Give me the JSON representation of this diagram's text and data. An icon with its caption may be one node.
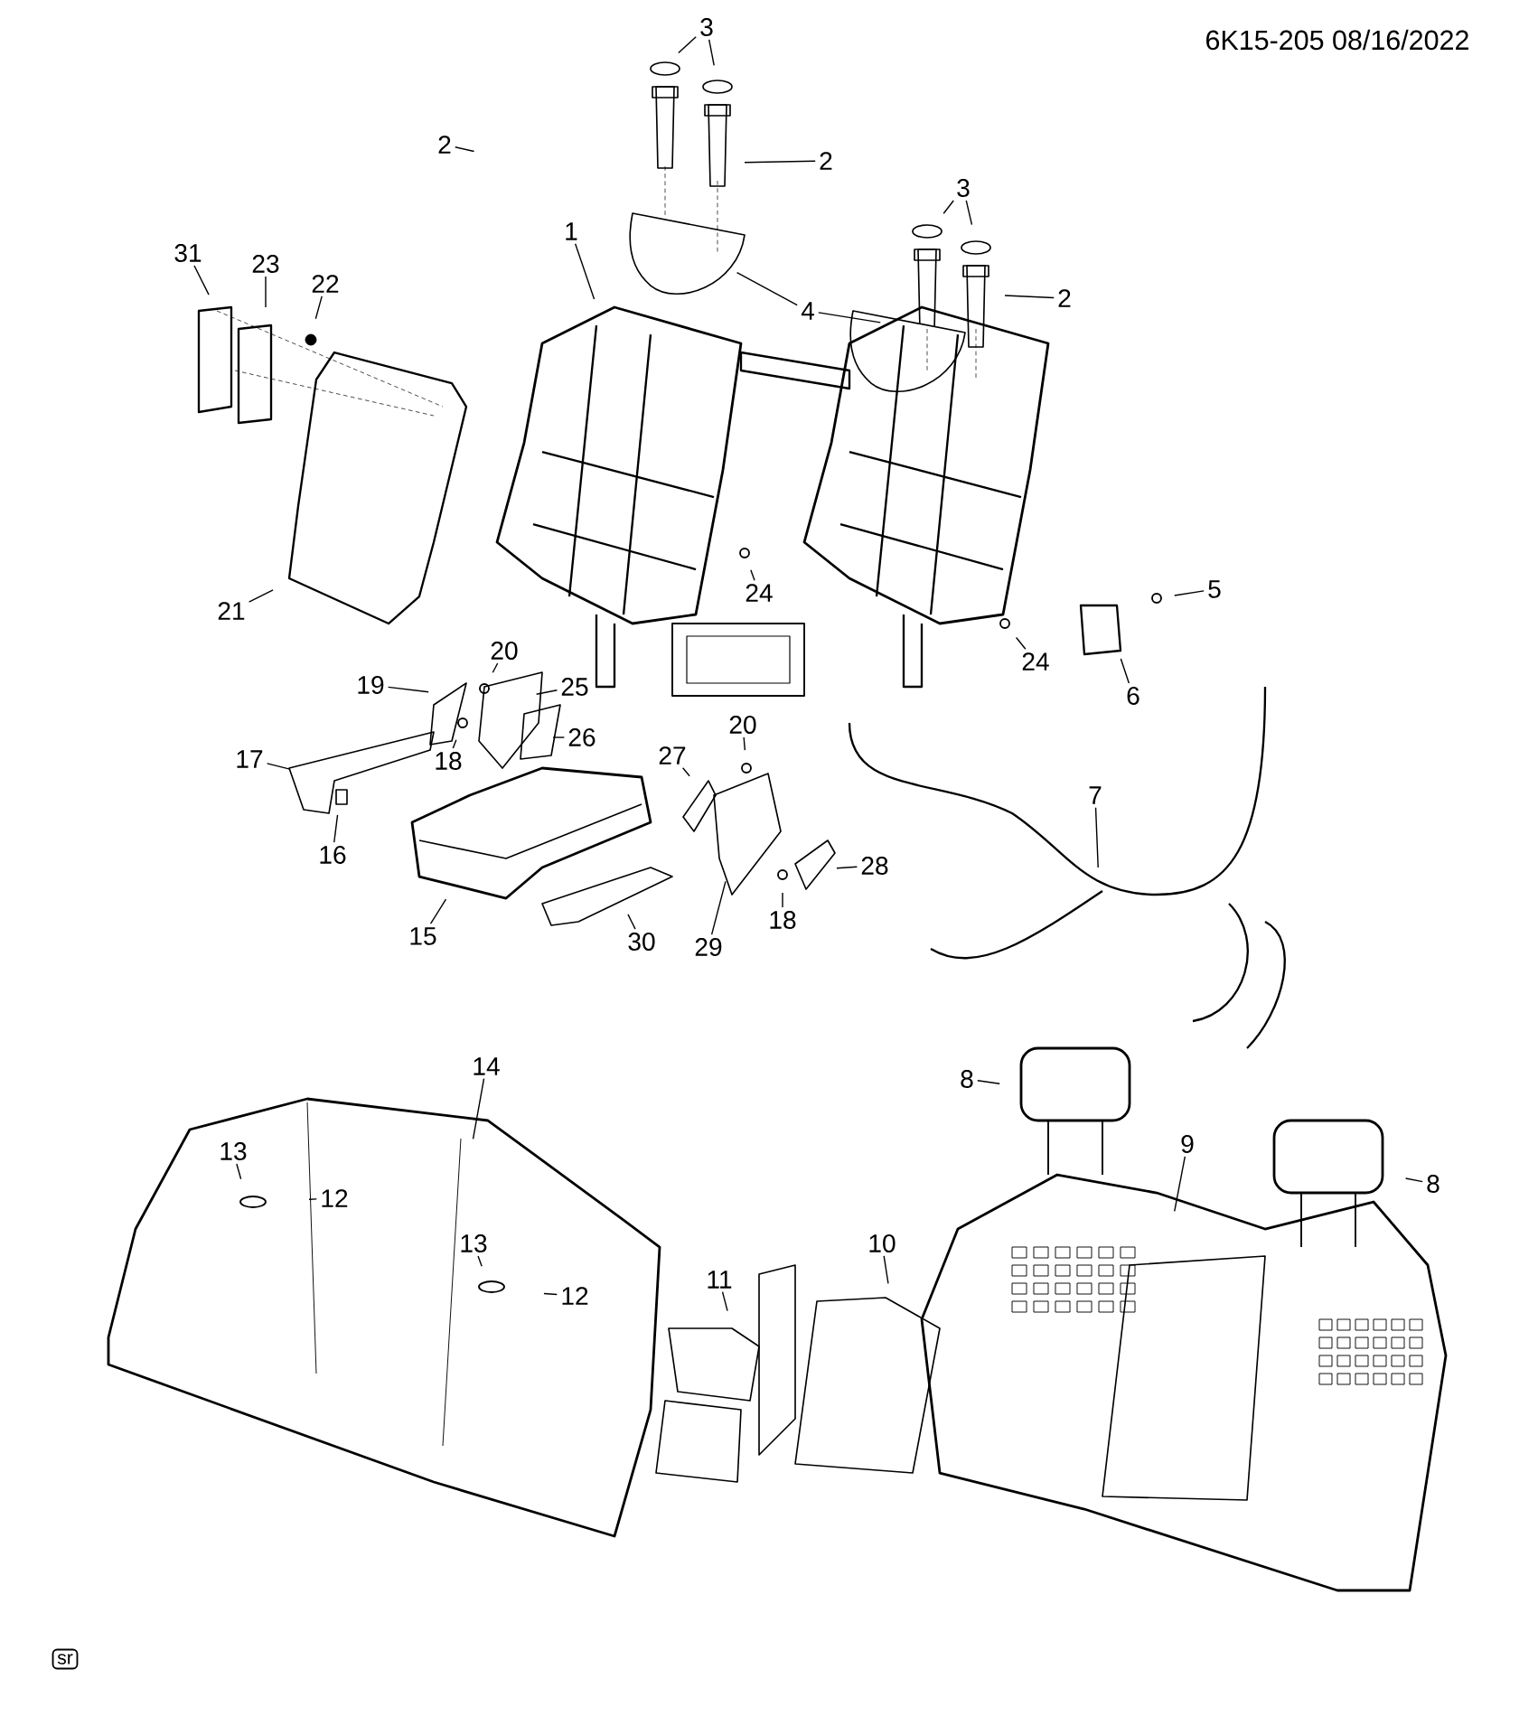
{
  "diagram": {
    "nodes": [
      {
        "text": [
          "3"
        ]
      },
      {
        "text": [
          "2"
        ]
      },
      {
        "text": [
          "2"
        ]
      },
      {
        "text": [
          "3"
        ]
      },
      {
        "text": [
          "1"
        ]
      },
      {
        "text": [
          "31"
        ]
      },
      {
        "text": [
          "23"
        ]
      },
      {
        "text": [
          "22"
        ]
      },
      {
        "text": [
          "2"
        ]
      },
      {
        "text": [
          "4"
        ]
      },
      {
        "text": [
          "5"
        ]
      },
      {
        "text": [
          "24"
        ]
      },
      {
        "text": [
          "21"
        ]
      },
      {
        "text": [
          "24"
        ]
      },
      {
        "text": [
          "20"
        ]
      },
      {
        "text": [
          "19"
        ]
      },
      {
        "text": [
          "25"
        ]
      },
      {
        "text": [
          "6"
        ]
      },
      {
        "text": [
          "20"
        ]
      },
      {
        "text": [
          "26"
        ]
      },
      {
        "text": [
          "27"
        ]
      },
      {
        "text": [
          "18"
        ]
      },
      {
        "text": [
          "17"
        ]
      },
      {
        "text": [
          "7"
        ]
      },
      {
        "text": [
          "16"
        ]
      },
      {
        "text": [
          "28"
        ]
      },
      {
        "text": [
          "18"
        ]
      },
      {
        "text": [
          "15"
        ]
      },
      {
        "text": [
          "30"
        ]
      },
      {
        "text": [
          "29"
        ]
      },
      {
        "text": [
          "14"
        ]
      },
      {
        "text": [
          "8"
        ]
      },
      {
        "text": [
          "9"
        ]
      },
      {
        "text": [
          "13"
        ]
      },
      {
        "text": [
          "8"
        ]
      },
      {
        "text": [
          "12"
        ]
      },
      {
        "text": [
          "13"
        ]
      },
      {
        "text": [
          "10"
        ]
      },
      {
        "text": [
          "11"
        ]
      },
      {
        "text": [
          "12"
        ]
      }
    ],
    "edges": [
      {
        "from": 0,
        "to": null,
        "arrow": "none"
      },
      {
        "from": 0,
        "to": null,
        "arrow": "none"
      },
      {
        "from": 1,
        "to": null,
        "arrow": "none"
      },
      {
        "from": 2,
        "to": null,
        "arrow": "none"
      },
      {
        "from": 3,
        "to": null,
        "arrow": "none"
      },
      {
        "from": 3,
        "to": null,
        "arrow": "none"
      },
      {
        "from": 4,
        "to": null,
        "arrow": "none"
      },
      {
        "from": 5,
        "to": null,
        "arrow": "none"
      },
      {
        "from": 6,
        "to": null,
        "arrow": "none"
      },
      {
        "from": 7,
        "to": null,
        "arrow": "none"
      },
      {
        "from": 8,
        "to": null,
        "arrow": "none"
      },
      {
        "from": 9,
        "to": null,
        "arrow": "none"
      },
      {
        "from": 9,
        "to": null,
        "arrow": "none"
      },
      {
        "from": 10,
        "to": null,
        "arrow": "none"
      },
      {
        "from": 11,
        "to": null,
        "arrow": "none"
      },
      {
        "from": 12,
        "to": null,
        "arrow": "none"
      },
      {
        "from": 13,
        "to": null,
        "arrow": "none"
      },
      {
        "from": 14,
        "to": null,
        "arrow": "none"
      },
      {
        "from": 15,
        "to": null,
        "arrow": "none"
      },
      {
        "from": 16,
        "to": null,
        "arrow": "none"
      },
      {
        "from": 17,
        "to": null,
        "arrow": "none"
      },
      {
        "from": 18,
        "to": null,
        "arrow": "none"
      },
      {
        "from": 19,
        "to": null,
        "arrow": "none"
      },
      {
        "from": 20,
        "to": null,
        "arrow": "none"
      },
      {
        "from": 21,
        "to": null,
        "arrow": "none"
      },
      {
        "from": 22,
        "to": null,
        "arrow": "none"
      },
      {
        "from": 23,
        "to": null,
        "arrow": "none"
      },
      {
        "from": 24,
        "to": null,
        "arrow": "none"
      },
      {
        "from": 25,
        "to": null,
        "arrow": "none"
      },
      {
        "from": 26,
        "to": null,
        "arrow": "none"
      },
      {
        "from": 27,
        "to": null,
        "arrow": "none"
      },
      {
        "from": 28,
        "to": null,
        "arrow": "none"
      },
      {
        "from": 29,
        "to": null,
        "arrow": "none"
      },
      {
        "from": 30,
        "to": null,
        "arrow": "none"
      },
      {
        "from": 31,
        "to": null,
        "arrow": "none"
      },
      {
        "from": 32,
        "to": null,
        "arrow": "none"
      },
      {
        "from": 33,
        "to": null,
        "arrow": "none"
      },
      {
        "from": 34,
        "to": null,
        "arrow": "none"
      },
      {
        "from": 35,
        "to": null,
        "arrow": "none"
      },
      {
        "from": 36,
        "to": null,
        "arrow": "none"
      },
      {
        "from": 37,
        "to": null,
        "arrow": "none"
      },
      {
        "from": 38,
        "to": null,
        "arrow": "none"
      },
      {
        "from": 39,
        "to": null,
        "arrow": "none"
      }
    ],
    "labels": [
      "6K15-205 08/16/2022",
      "sr"
    ]
  }
}
